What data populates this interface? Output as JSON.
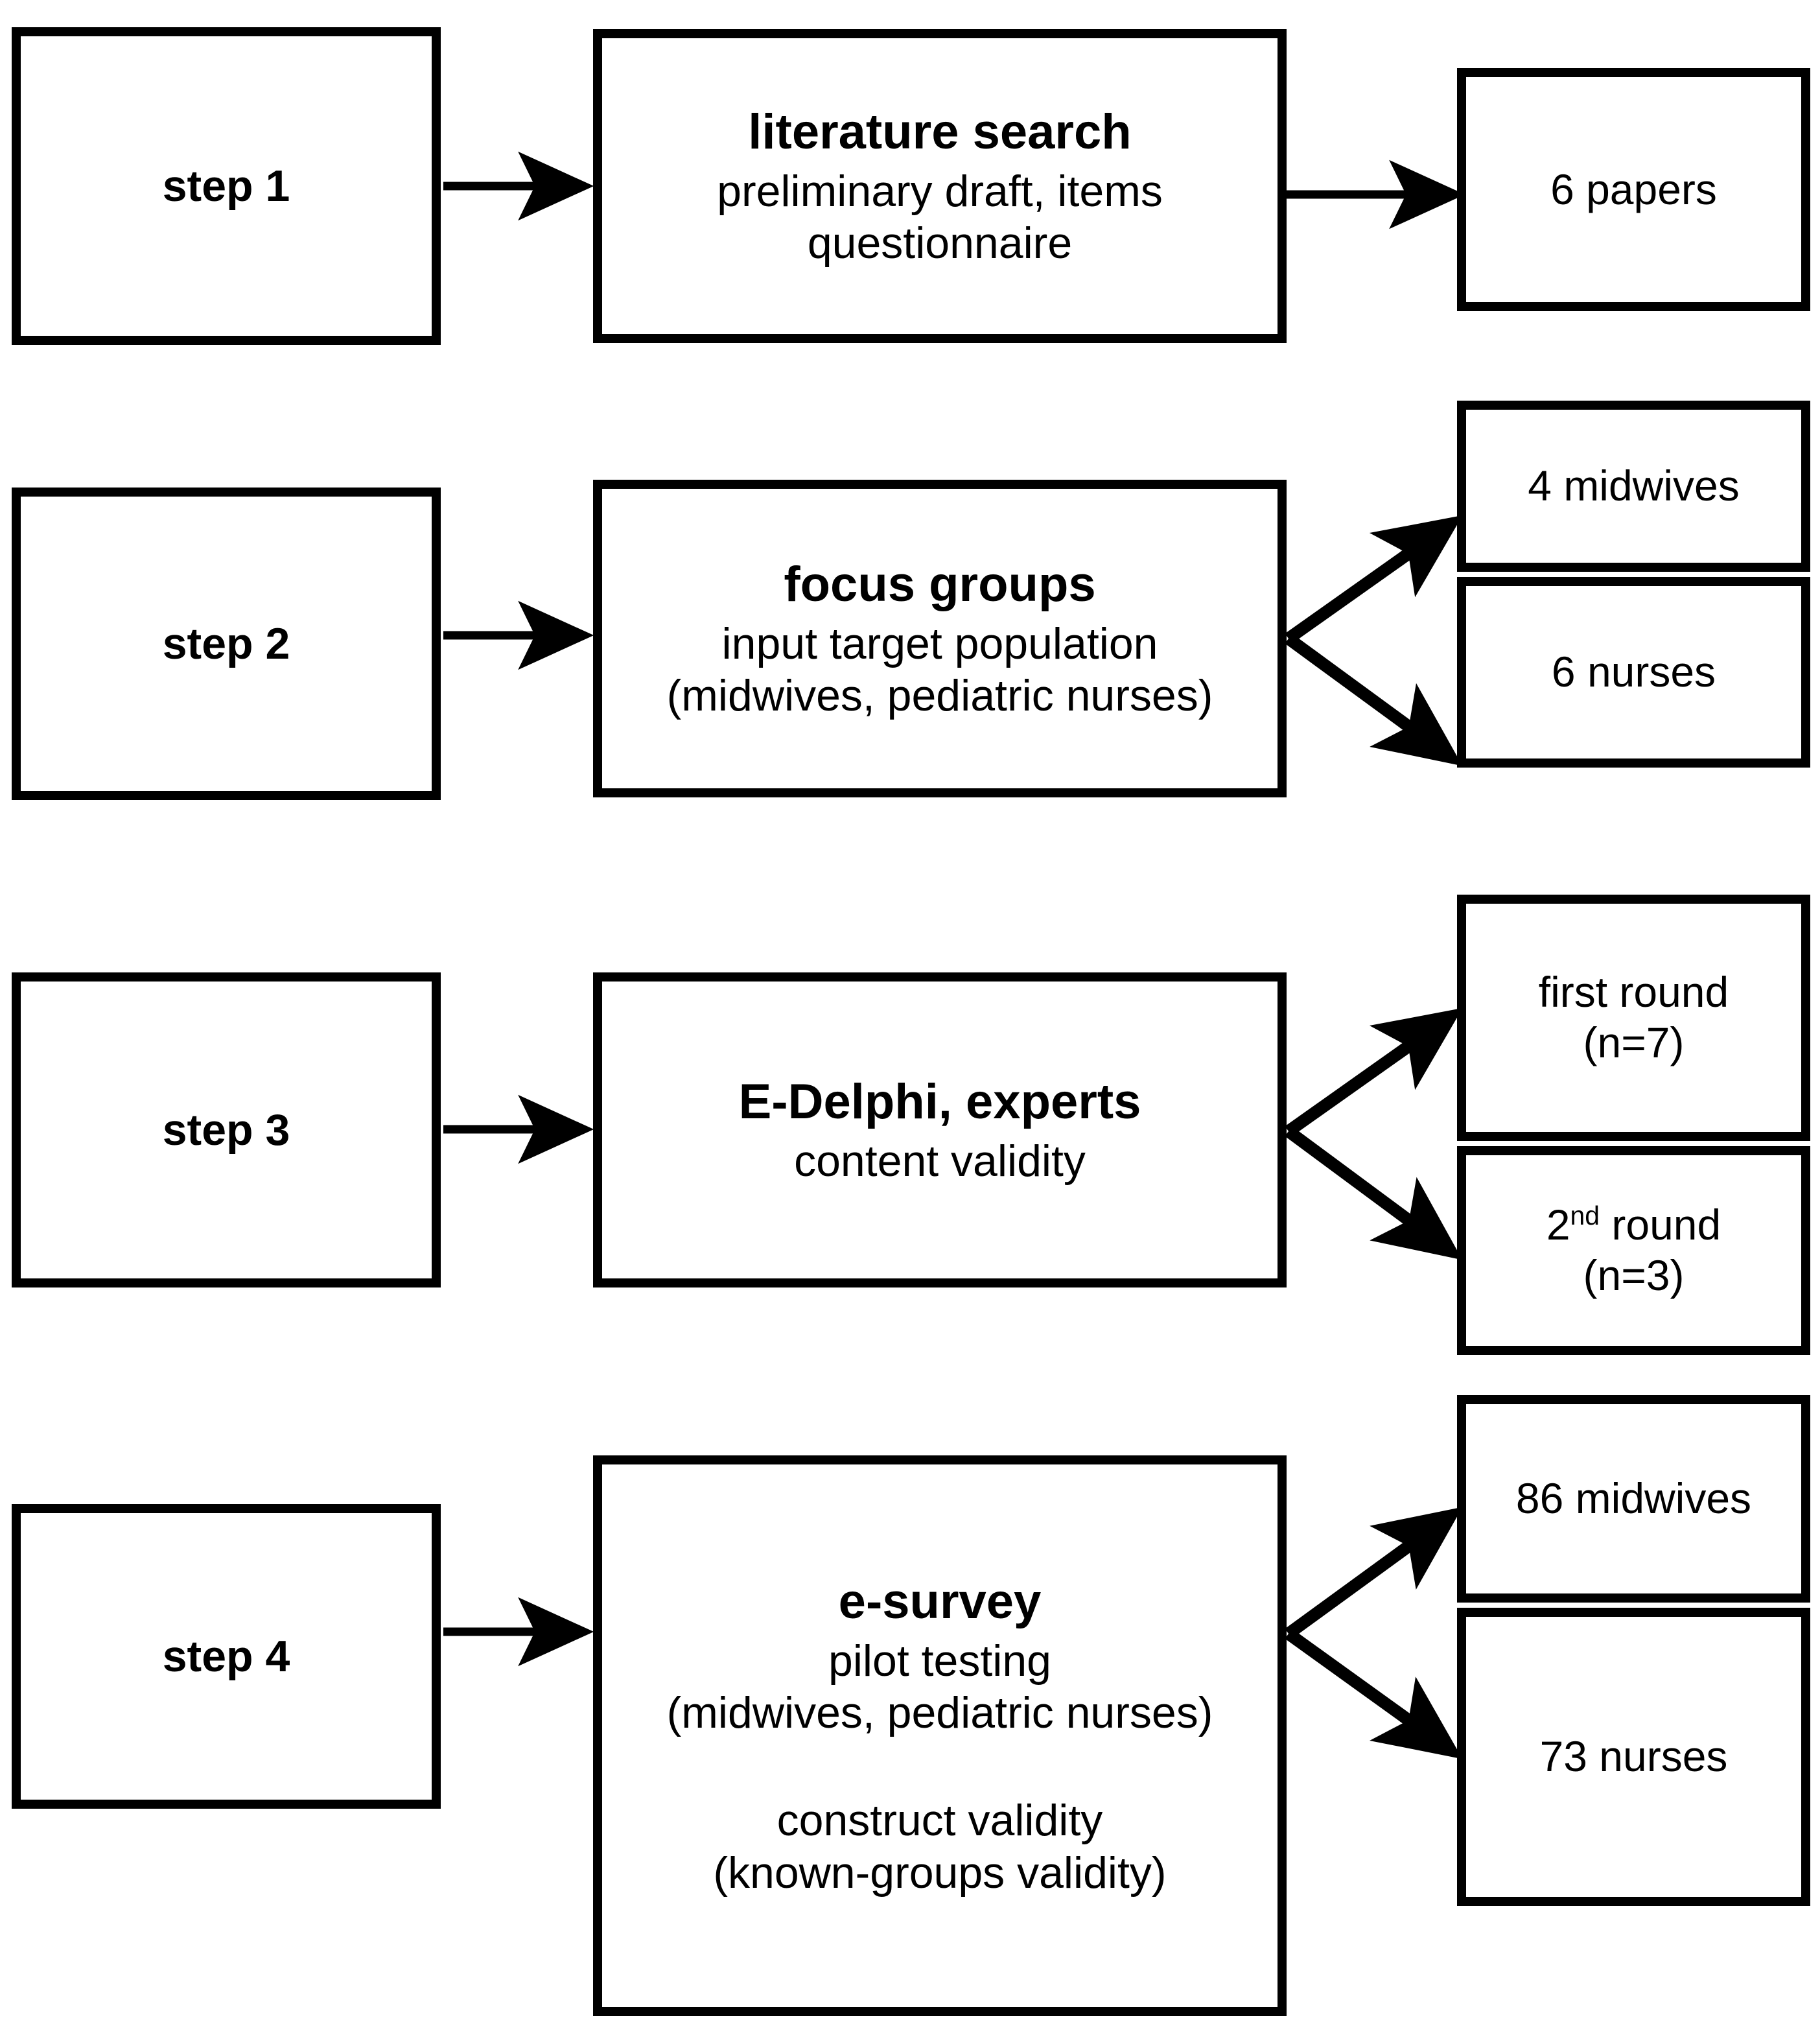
{
  "diagram": {
    "title": "questionnaire development flowchart",
    "colors": {
      "stroke": "#000000",
      "background": "#ffffff",
      "text": "#000000"
    },
    "steps": [
      {
        "id": "step1",
        "step_label": "step 1",
        "process": {
          "title": "literature search",
          "lines": [
            "preliminary draft, items",
            "questionnaire"
          ]
        },
        "outputs": [
          "6 papers"
        ]
      },
      {
        "id": "step2",
        "step_label": "step 2",
        "process": {
          "title": "focus groups",
          "lines": [
            "input target population",
            "(midwives, pediatric nurses)"
          ]
        },
        "outputs": [
          "4 midwives",
          "6 nurses"
        ]
      },
      {
        "id": "step3",
        "step_label": "step 3",
        "process": {
          "title": "E-Delphi, experts",
          "lines": [
            "content validity"
          ]
        },
        "outputs": [
          "first round",
          "(n=7)",
          "2",
          "nd",
          " round",
          "(n=3)"
        ]
      },
      {
        "id": "step4",
        "step_label": "step 4",
        "process": {
          "title": "e-survey",
          "lines": [
            "pilot testing",
            "(midwives, pediatric nurses)",
            "construct validity",
            "(known-groups validity)"
          ]
        },
        "outputs": [
          "86 midwives",
          "73 nurses"
        ]
      }
    ],
    "labels": {
      "step1_label": "step 1",
      "step2_label": "step 2",
      "step3_label": "step 3",
      "step4_label": "step 4",
      "p1_title": "literature search",
      "p1_l1": "preliminary draft, items",
      "p1_l2": "questionnaire",
      "p2_title": "focus groups",
      "p2_l1": "input target population",
      "p2_l2": "(midwives, pediatric nurses)",
      "p3_title": "E-Delphi, experts",
      "p3_l1": "content validity",
      "p4_title": "e-survey",
      "p4_l1": "pilot testing",
      "p4_l2": "(midwives, pediatric nurses)",
      "p4_l3": "construct validity",
      "p4_l4": "(known-groups validity)",
      "o1_1": "6 papers",
      "o2_1": "4 midwives",
      "o2_2": "6 nurses",
      "o3_1a": "first round",
      "o3_1b": "(n=7)",
      "o3_2a": "2",
      "o3_2sup": "nd",
      "o3_2b": " round",
      "o3_2c": "(n=3)",
      "o4_1": "86 midwives",
      "o4_2": "73 nurses"
    }
  }
}
